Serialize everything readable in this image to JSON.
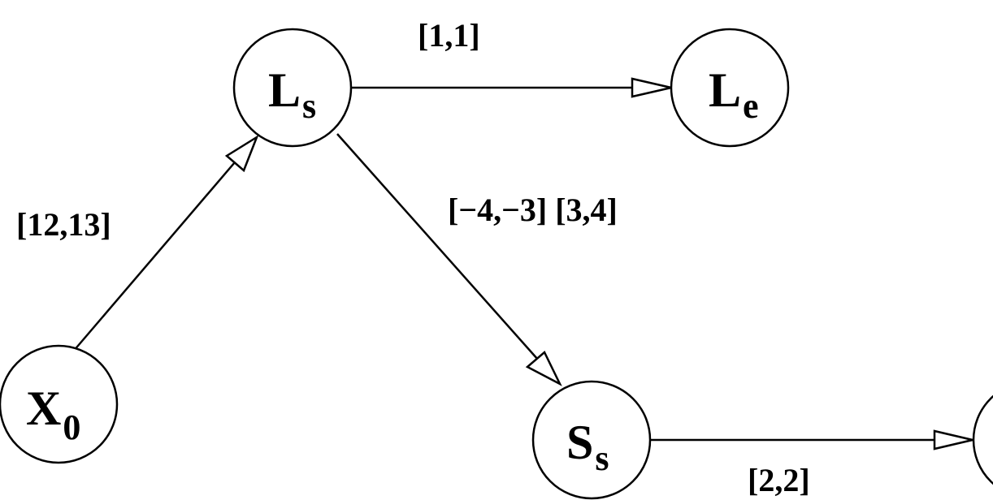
{
  "nodes": {
    "x0": {
      "main": "X",
      "sub": "0"
    },
    "ls": {
      "main": "L",
      "sub": "s"
    },
    "le": {
      "main": "L",
      "sub": "e"
    },
    "ss": {
      "main": "S",
      "sub": "s"
    }
  },
  "edges": {
    "x0_ls": {
      "label": "[12,13]"
    },
    "ls_le": {
      "label": "[1,1]"
    },
    "ls_ss": {
      "label": "[−4,−3] [3,4]"
    },
    "ss_next": {
      "label": "[2,2]"
    }
  }
}
